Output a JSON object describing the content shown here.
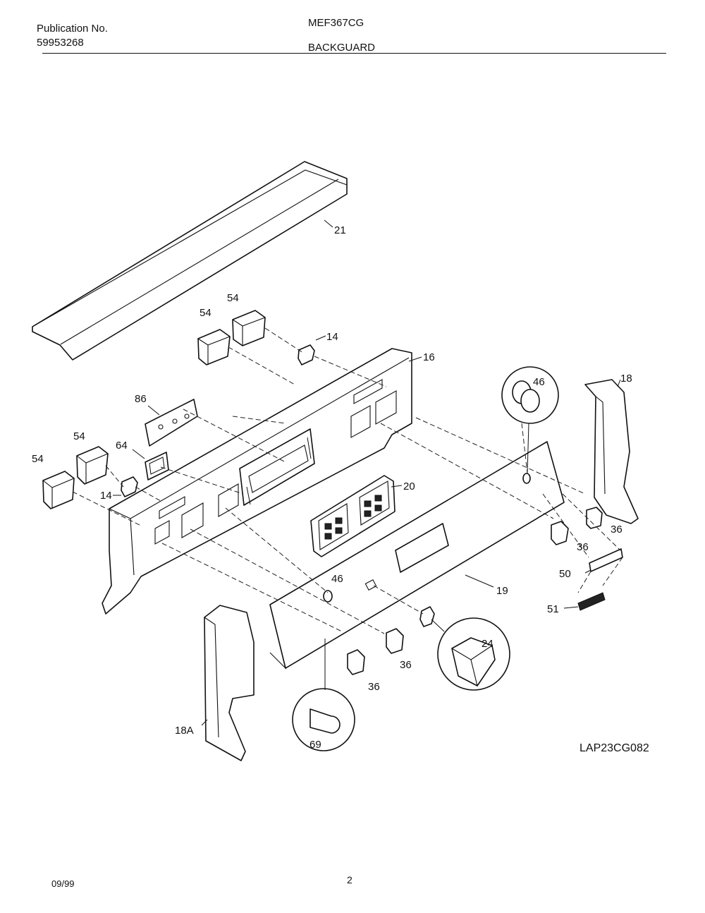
{
  "header": {
    "publication_label": "Publication No.",
    "publication_number": "59953268",
    "model": "MEF367CG",
    "section_title": "BACKGUARD"
  },
  "callouts": {
    "c21": "21",
    "c54a": "54",
    "c54b": "54",
    "c54c": "54",
    "c54d": "54",
    "c14a": "14",
    "c14b": "14",
    "c16": "16",
    "c86": "86",
    "c64": "64",
    "c46a": "46",
    "c46b": "46",
    "c18": "18",
    "c18a": "18A",
    "c20": "20",
    "c36a": "36",
    "c36b": "36",
    "c36c": "36",
    "c36d": "36",
    "c50": "50",
    "c51": "51",
    "c19": "19",
    "c24": "24",
    "c69": "69"
  },
  "figure_id": "LAP23CG082",
  "footer": {
    "date": "09/99",
    "page": "2"
  }
}
